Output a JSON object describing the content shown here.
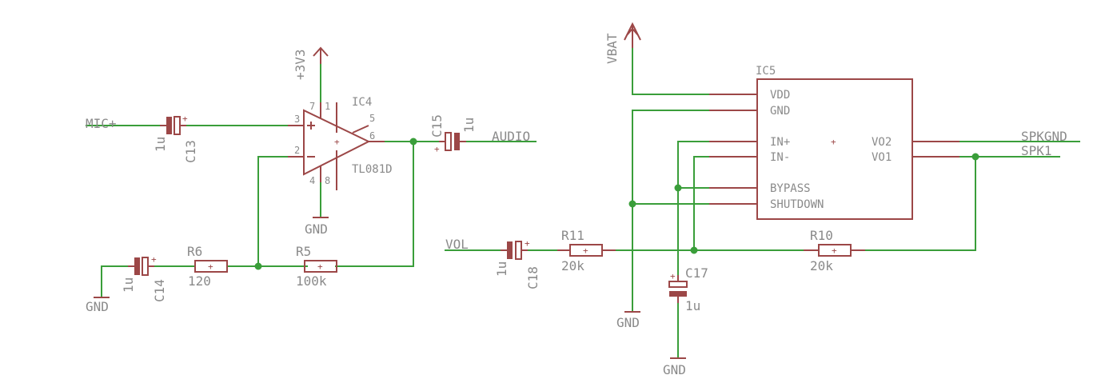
{
  "nets": {
    "mic": "MIC+",
    "audio": "AUDIO",
    "vol": "VOL",
    "spkgnd": "SPKGND",
    "spk1": "SPK1",
    "p3v3": "+3V3",
    "vbat": "VBAT",
    "gnd": "GND"
  },
  "opamp": {
    "ref": "IC4",
    "part": "TL081D",
    "pins": [
      "7",
      "1",
      "5",
      "3",
      "6",
      "2",
      "4",
      "8"
    ]
  },
  "amp": {
    "ref": "IC5",
    "pins_left": [
      "VDD",
      "GND",
      "IN+",
      "IN-",
      "BYPASS",
      "SHUTDOWN"
    ],
    "pins_right": [
      "VO2",
      "VO1"
    ]
  },
  "capacitors": {
    "c13": {
      "ref": "C13",
      "value": "1u"
    },
    "c14": {
      "ref": "C14",
      "value": "1u"
    },
    "c15": {
      "ref": "C15",
      "value": "1u"
    },
    "c17": {
      "ref": "C17",
      "value": "1u"
    },
    "c18": {
      "ref": "C18",
      "value": "1u"
    }
  },
  "resistors": {
    "r5": {
      "ref": "R5",
      "value": "100k"
    },
    "r6": {
      "ref": "R6",
      "value": "120"
    },
    "r10": {
      "ref": "R10",
      "value": "20k"
    },
    "r11": {
      "ref": "R11",
      "value": "20k"
    }
  },
  "colors": {
    "wire": "#3a9e3a",
    "symbol": "#9c4747",
    "text": "#8a8a8a"
  }
}
